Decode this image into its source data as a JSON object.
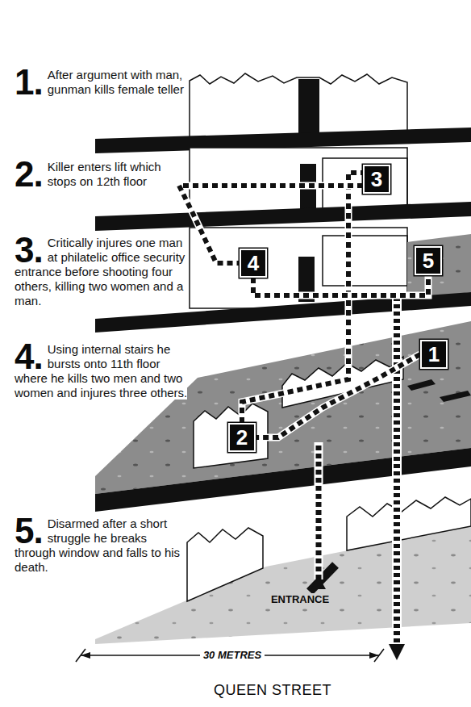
{
  "diagram": {
    "nodes": [
      {
        "text": [
          "1"
        ]
      },
      {
        "text": [
          "2"
        ]
      },
      {
        "text": [
          "3"
        ]
      },
      {
        "text": [
          "4"
        ]
      },
      {
        "text": [
          "5"
        ]
      }
    ],
    "edges": [
      {
        "from": 0,
        "to": 1,
        "arrow": "none"
      },
      {
        "from": 1,
        "to": 2,
        "arrow": "none"
      },
      {
        "from": 2,
        "to": 3,
        "arrow": "none"
      },
      {
        "from": 3,
        "to": 4,
        "arrow": "none"
      }
    ],
    "labels": [
      "1.",
      "After argument with man, gunman kills female teller",
      "2.",
      "Killer enters lift which stops on 12th floor",
      "3.",
      "Critically injures one man at philatelic office security entrance before shooting four others, killing two women and a man.",
      "4.",
      "Using internal stairs he bursts onto 11th floor where he kills two men and two women and injures three others.",
      "5.",
      "Disarmed after a short struggle he breaks through window and falls to his death.",
      "ENTRANCE",
      "30 METRES",
      "QUEEN STREET"
    ]
  }
}
